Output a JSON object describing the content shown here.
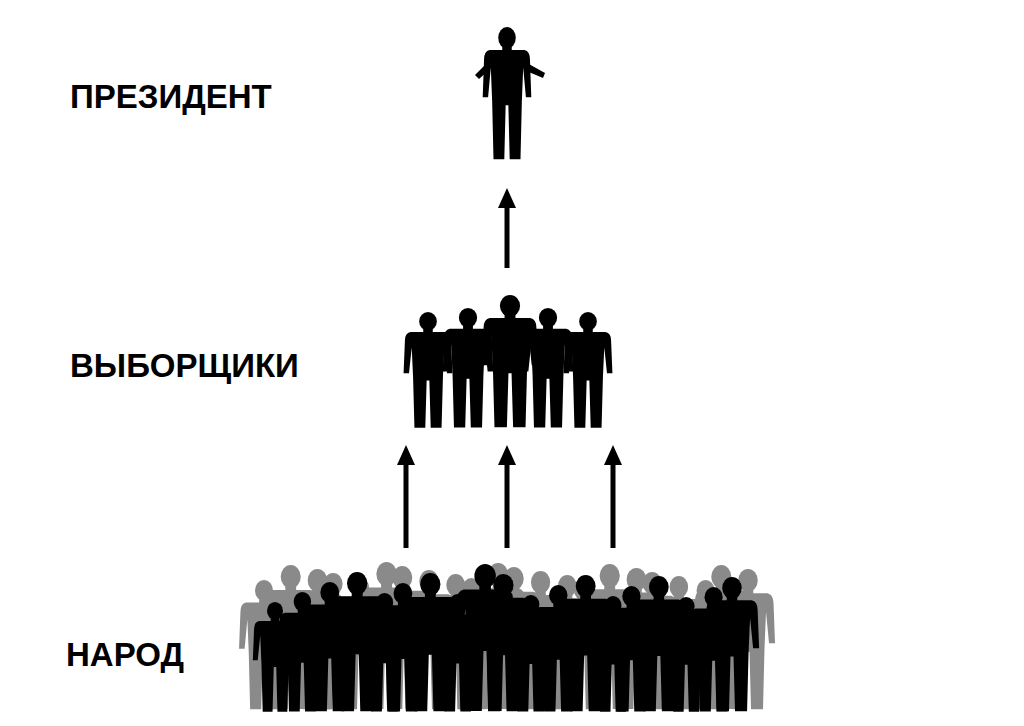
{
  "diagram": {
    "nodes": [
      {
        "text": [
          "ПРЕЗИДЕНТ"
        ]
      },
      {
        "text": [
          "ВЫБОРЩИКИ"
        ]
      },
      {
        "text": [
          "НАРОД"
        ]
      }
    ],
    "edges": [
      {
        "from": 2,
        "to": 1,
        "arrow": "to"
      },
      {
        "from": 2,
        "to": 1,
        "arrow": "to"
      },
      {
        "from": 2,
        "to": 1,
        "arrow": "to"
      },
      {
        "from": 1,
        "to": 0,
        "arrow": "to"
      }
    ]
  }
}
